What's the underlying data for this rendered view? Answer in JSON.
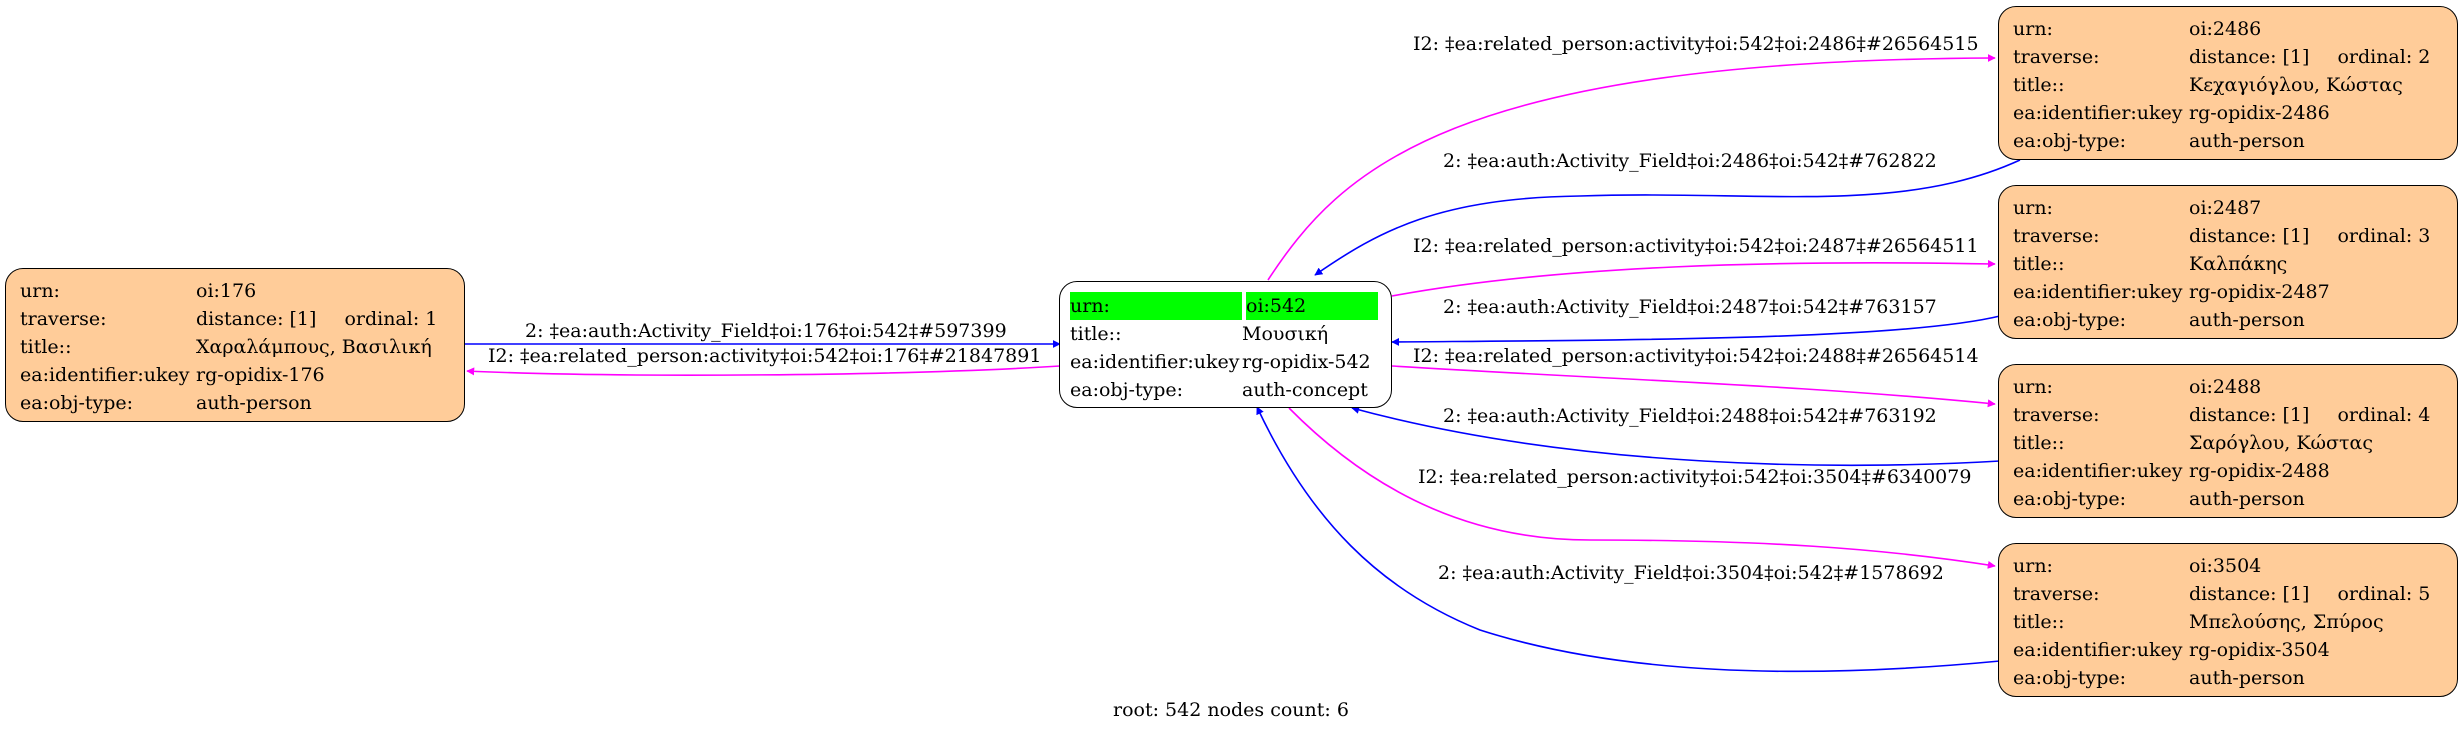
{
  "colors": {
    "person_fill": "#ffcc99",
    "root_fill": "#ffffff",
    "root_highlight": "#00ff00",
    "edge_auth": "#0000ff",
    "edge_related": "#ff00ff"
  },
  "root": {
    "rows": [
      {
        "key": "urn:",
        "value": "oi:542"
      },
      {
        "key": "title::",
        "value": "Μουσική"
      },
      {
        "key": "ea:identifier:ukey",
        "value": "rg-opidix-542"
      },
      {
        "key": "ea:obj-type:",
        "value": "auth-concept"
      }
    ]
  },
  "nodes": [
    {
      "urn_key": "urn:",
      "urn": "oi:176",
      "traverse_key": "traverse:",
      "distance": "distance: [1]",
      "ordinal": "ordinal: 1",
      "title_key": "title::",
      "title": "Χαραλάμπους, Βασιλική",
      "ukey_key": "ea:identifier:ukey",
      "ukey": "rg-opidix-176",
      "type_key": "ea:obj-type:",
      "type": "auth-person"
    },
    {
      "urn_key": "urn:",
      "urn": "oi:2486",
      "traverse_key": "traverse:",
      "distance": "distance: [1]",
      "ordinal": "ordinal: 2",
      "title_key": "title::",
      "title": "Κεχαγιόγλου, Κώστας",
      "ukey_key": "ea:identifier:ukey",
      "ukey": "rg-opidix-2486",
      "type_key": "ea:obj-type:",
      "type": "auth-person"
    },
    {
      "urn_key": "urn:",
      "urn": "oi:2487",
      "traverse_key": "traverse:",
      "distance": "distance: [1]",
      "ordinal": "ordinal: 3",
      "title_key": "title::",
      "title": "Καλπάκης",
      "ukey_key": "ea:identifier:ukey",
      "ukey": "rg-opidix-2487",
      "type_key": "ea:obj-type:",
      "type": "auth-person"
    },
    {
      "urn_key": "urn:",
      "urn": "oi:2488",
      "traverse_key": "traverse:",
      "distance": "distance: [1]",
      "ordinal": "ordinal: 4",
      "title_key": "title::",
      "title": "Σαρόγλου, Κώστας",
      "ukey_key": "ea:identifier:ukey",
      "ukey": "rg-opidix-2488",
      "type_key": "ea:obj-type:",
      "type": "auth-person"
    },
    {
      "urn_key": "urn:",
      "urn": "oi:3504",
      "traverse_key": "traverse:",
      "distance": "distance: [1]",
      "ordinal": "ordinal: 5",
      "title_key": "title::",
      "title": "Μπελούσης, Σπύρος",
      "ukey_key": "ea:identifier:ukey",
      "ukey": "rg-opidix-3504",
      "type_key": "ea:obj-type:",
      "type": "auth-person"
    }
  ],
  "edges": [
    {
      "label": "2: ‡ea:auth:Activity_Field‡oi:176‡oi:542‡#597399",
      "kind": "auth",
      "from": "oi:176",
      "to": "oi:542"
    },
    {
      "label": "I2: ‡ea:related_person:activity‡oi:542‡oi:176‡#21847891",
      "kind": "related",
      "from": "oi:542",
      "to": "oi:176"
    },
    {
      "label": "I2: ‡ea:related_person:activity‡oi:542‡oi:2486‡#26564515",
      "kind": "related",
      "from": "oi:542",
      "to": "oi:2486"
    },
    {
      "label": "2: ‡ea:auth:Activity_Field‡oi:2486‡oi:542‡#762822",
      "kind": "auth",
      "from": "oi:2486",
      "to": "oi:542"
    },
    {
      "label": "I2: ‡ea:related_person:activity‡oi:542‡oi:2487‡#26564511",
      "kind": "related",
      "from": "oi:542",
      "to": "oi:2487"
    },
    {
      "label": "2: ‡ea:auth:Activity_Field‡oi:2487‡oi:542‡#763157",
      "kind": "auth",
      "from": "oi:2487",
      "to": "oi:542"
    },
    {
      "label": "I2: ‡ea:related_person:activity‡oi:542‡oi:2488‡#26564514",
      "kind": "related",
      "from": "oi:542",
      "to": "oi:2488"
    },
    {
      "label": "2: ‡ea:auth:Activity_Field‡oi:2488‡oi:542‡#763192",
      "kind": "auth",
      "from": "oi:2488",
      "to": "oi:542"
    },
    {
      "label": "I2: ‡ea:related_person:activity‡oi:542‡oi:3504‡#6340079",
      "kind": "related",
      "from": "oi:542",
      "to": "oi:3504"
    },
    {
      "label": "2: ‡ea:auth:Activity_Field‡oi:3504‡oi:542‡#1578692",
      "kind": "auth",
      "from": "oi:3504",
      "to": "oi:542"
    }
  ],
  "footer": "root: 542 nodes count: 6"
}
